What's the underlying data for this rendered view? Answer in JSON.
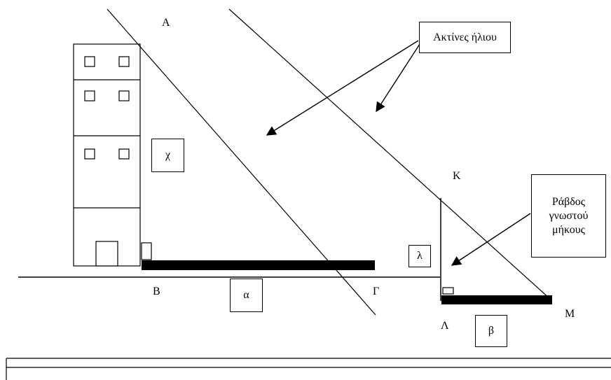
{
  "points": {
    "A": "Α",
    "B": "Β",
    "Gamma": "Γ",
    "K": "Κ",
    "Lambda": "Λ",
    "M": "Μ"
  },
  "measures": {
    "alpha": "α",
    "beta": "β",
    "chi": "χ",
    "lambda": "λ"
  },
  "callouts": {
    "sun_rays": "Ακτίνες ήλιου",
    "rod_line1": "Ράβδος",
    "rod_line2": "γνωστού",
    "rod_line3": "μήκους"
  }
}
